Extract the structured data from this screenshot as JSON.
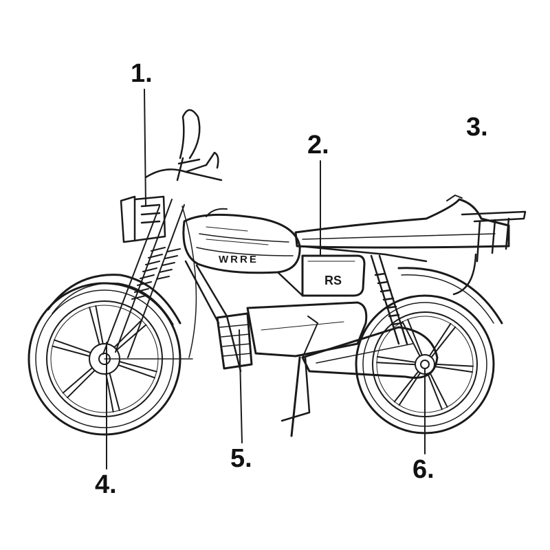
{
  "labels": [
    {
      "id": "1",
      "text": "1."
    },
    {
      "id": "2",
      "text": "2."
    },
    {
      "id": "3",
      "text": "3."
    },
    {
      "id": "4",
      "text": "4."
    },
    {
      "id": "5",
      "text": "5."
    },
    {
      "id": "6",
      "text": "6."
    }
  ],
  "tank_text": "WRRE",
  "panel_text": "RS",
  "colors": {
    "line": "#1a1a1a",
    "background": "#ffffff"
  }
}
